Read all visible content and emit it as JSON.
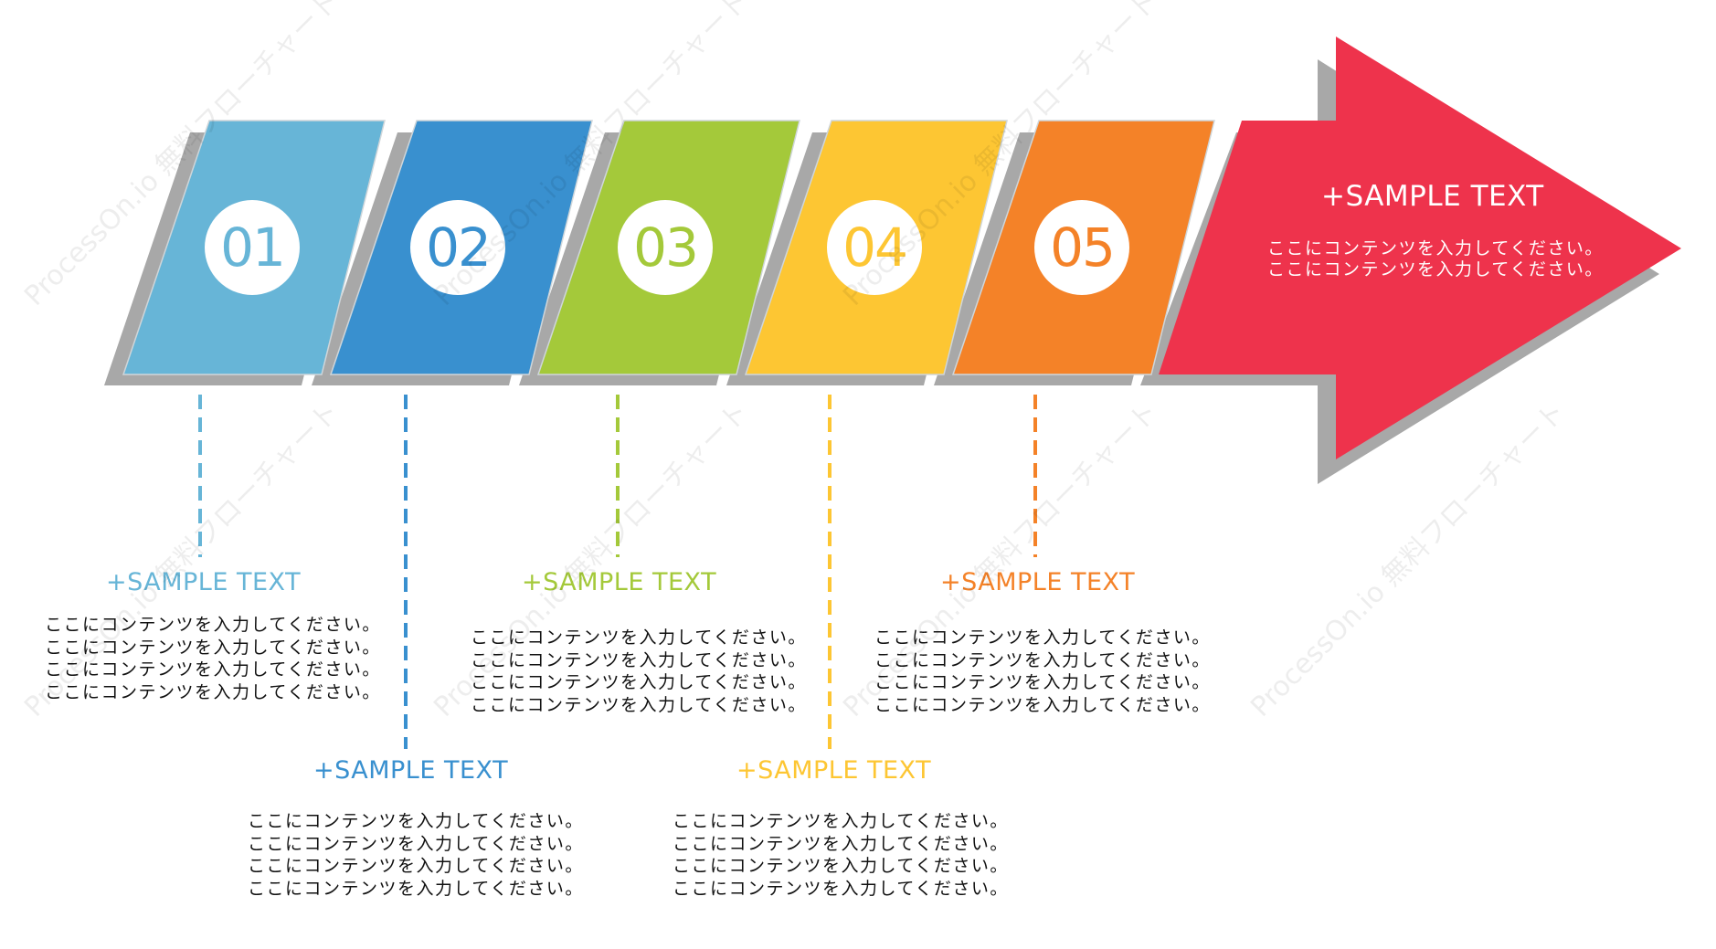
{
  "watermark": "ProcessOn.io 無料フローチャート",
  "colors": {
    "step1": "#67b5d7",
    "step2": "#3990cf",
    "step3": "#a4c93a",
    "step4": "#fdc633",
    "step5": "#f48228",
    "arrow": "#ee334c",
    "shadow": "#a8a8a8"
  },
  "steps": [
    {
      "number": "01",
      "title": "+SAMPLE TEXT",
      "lines": [
        "ここにコンテンツを入力してください。",
        "ここにコンテンツを入力してください。",
        "ここにコンテンツを入力してください。",
        "ここにコンテンツを入力してください。"
      ]
    },
    {
      "number": "02",
      "title": "+SAMPLE TEXT",
      "lines": [
        "ここにコンテンツを入力してください。",
        "ここにコンテンツを入力してください。",
        "ここにコンテンツを入力してください。",
        "ここにコンテンツを入力してください。"
      ]
    },
    {
      "number": "03",
      "title": "+SAMPLE TEXT",
      "lines": [
        "ここにコンテンツを入力してください。",
        "ここにコンテンツを入力してください。",
        "ここにコンテンツを入力してください。",
        "ここにコンテンツを入力してください。"
      ]
    },
    {
      "number": "04",
      "title": "+SAMPLE TEXT",
      "lines": [
        "ここにコンテンツを入力してください。",
        "ここにコンテンツを入力してください。",
        "ここにコンテンツを入力してください。",
        "ここにコンテンツを入力してください。"
      ]
    },
    {
      "number": "05",
      "title": "+SAMPLE TEXT",
      "lines": [
        "ここにコンテンツを入力してください。",
        "ここにコンテンツを入力してください。",
        "ここにコンテンツを入力してください。",
        "ここにコンテンツを入力してください。"
      ]
    }
  ],
  "arrow": {
    "title": "+SAMPLE TEXT",
    "lines": [
      "ここにコンテンツを入力してください。",
      "ここにコンテンツを入力してください。"
    ]
  }
}
